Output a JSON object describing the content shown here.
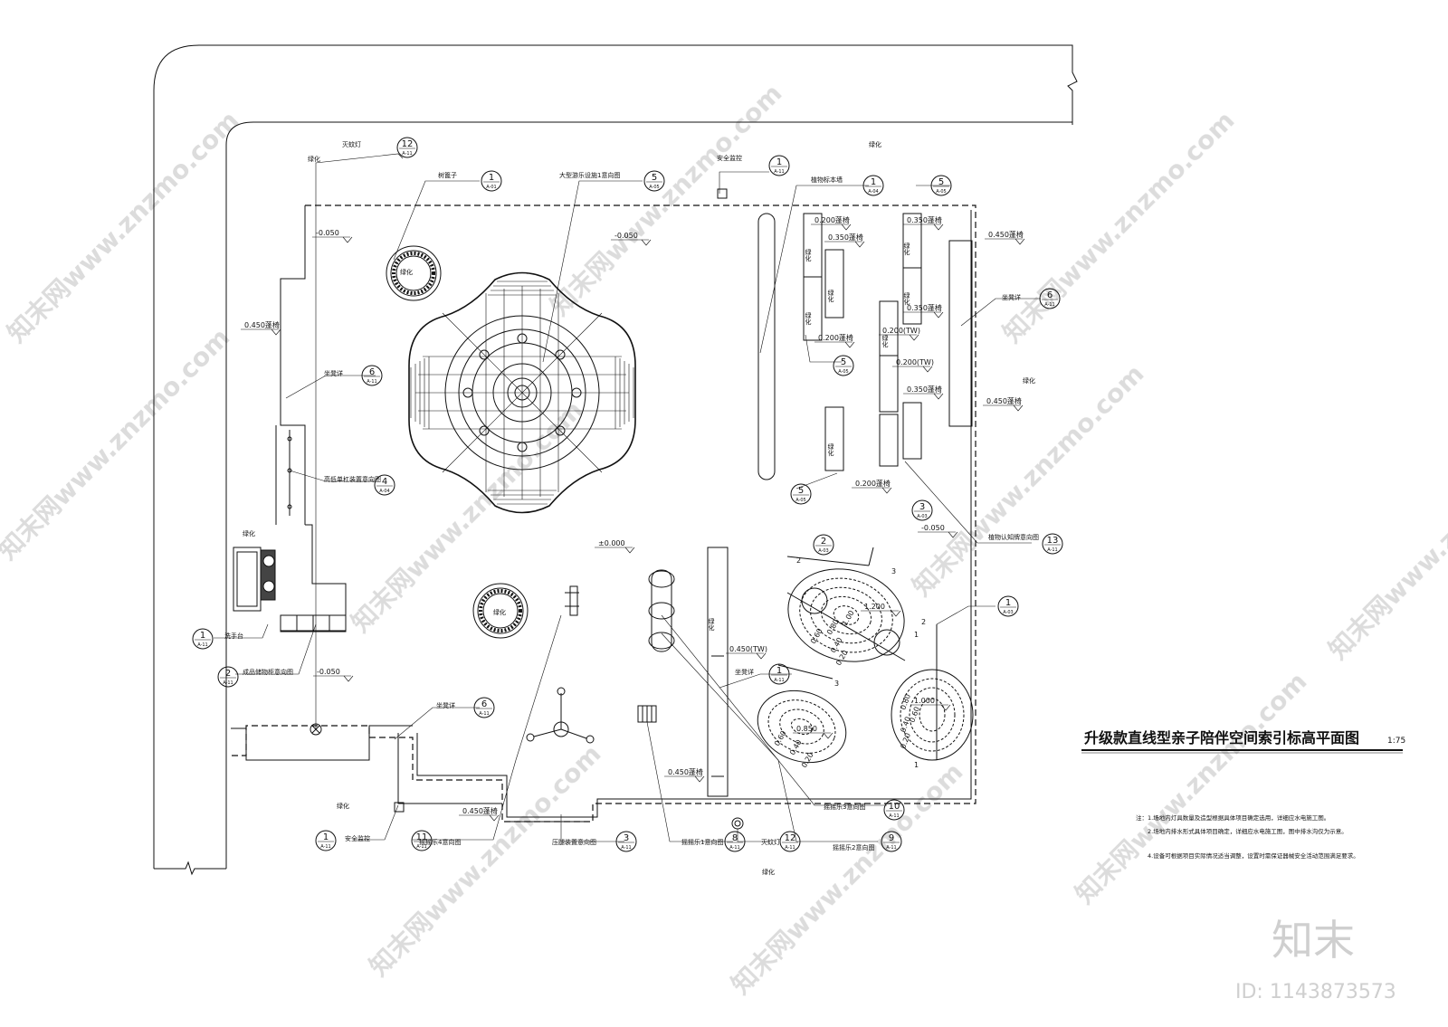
{
  "title": "升级款直线型亲子陪伴空间索引标高平面图",
  "scale": "1:75",
  "notes": [
    "注：1.场地内灯具数量及造型根据具体项目确定选用，详细应水电施工图。",
    "2.场地内排水形式具体项目确定，详细应水电施工图，图中排水沟仅为示意。",
    "4.设备可根据项目实际情况适当调整，设置时需保证器械安全活动范围满足要求。"
  ],
  "brand": {
    "logo_text": "知末",
    "id_text": "ID: 1143873573"
  },
  "watermark": "知末网www.znzmo.com",
  "elevations": [
    {
      "text": "-0.050"
    },
    {
      "text": "-0.050"
    },
    {
      "text": "-0.050"
    },
    {
      "text": "-0.050"
    },
    {
      "text": "±0.000"
    },
    {
      "text": "0.450蓬椅"
    },
    {
      "text": "0.200蓬椅"
    },
    {
      "text": "0.350蓬椅"
    },
    {
      "text": "0.350蓬椅"
    },
    {
      "text": "0.450蓬椅"
    },
    {
      "text": "0.350蓬椅"
    },
    {
      "text": "0.200(TW)"
    },
    {
      "text": "0.200(TW)"
    },
    {
      "text": "0.350蓬椅"
    },
    {
      "text": "0.450蓬椅"
    },
    {
      "text": "0.200蓬椅"
    },
    {
      "text": "0.200蓬椅"
    },
    {
      "text": "0.450(TW)"
    },
    {
      "text": "0.450蓬椅"
    },
    {
      "text": "0.450蓬椅"
    },
    {
      "text": "1.200"
    },
    {
      "text": "1.000"
    },
    {
      "text": "0.850"
    }
  ],
  "labels": [
    {
      "text": "灭蚊灯"
    },
    {
      "text": "安全监控"
    },
    {
      "text": "树篦子"
    },
    {
      "text": "大型游乐设施1意向图"
    },
    {
      "text": "植物标本墙"
    },
    {
      "text": "坐凳详"
    },
    {
      "text": "坐凳详"
    },
    {
      "text": "高低单杠装置意向图"
    },
    {
      "text": "植物认知牌意向图"
    },
    {
      "text": "洗手台"
    },
    {
      "text": "成品储物柜意向图"
    },
    {
      "text": "坐凳详"
    },
    {
      "text": "坐凳详"
    },
    {
      "text": "安全监控"
    },
    {
      "text": "摇摇乐4意向图"
    },
    {
      "text": "压腿装置意向图"
    },
    {
      "text": "摇摇乐1意向图"
    },
    {
      "text": "灭蚊灯"
    },
    {
      "text": "摇摇乐2意向图"
    },
    {
      "text": "摇摇乐3意向图"
    }
  ],
  "greens": [
    {
      "text": "绿化"
    },
    {
      "text": "绿化"
    },
    {
      "text": "绿化"
    },
    {
      "text": "绿化"
    },
    {
      "text": "绿化"
    },
    {
      "text": "绿化"
    },
    {
      "text": "绿化"
    },
    {
      "text": "绿化"
    },
    {
      "text": "绿化"
    },
    {
      "text": "绿化"
    },
    {
      "text": "绿化"
    },
    {
      "text": "绿化"
    },
    {
      "text": "绿化"
    },
    {
      "text": "绿化"
    },
    {
      "text": "绿化"
    },
    {
      "text": "绿化"
    }
  ],
  "index_marks": [
    {
      "num": "12",
      "sub": "A-11"
    },
    {
      "num": "1",
      "sub": "A-01"
    },
    {
      "num": "5",
      "sub": "A-05"
    },
    {
      "num": "1",
      "sub": "A-11"
    },
    {
      "num": "1",
      "sub": "A-04"
    },
    {
      "num": "5",
      "sub": "A-05"
    },
    {
      "num": "6",
      "sub": "A-11"
    },
    {
      "num": "6",
      "sub": "A-11"
    },
    {
      "num": "4",
      "sub": "A-04"
    },
    {
      "num": "5",
      "sub": "A-05"
    },
    {
      "num": "5",
      "sub": "A-05"
    },
    {
      "num": "3",
      "sub": "A-03"
    },
    {
      "num": "2",
      "sub": "A-03"
    },
    {
      "num": "13",
      "sub": "A-11"
    },
    {
      "num": "1",
      "sub": "A-03"
    },
    {
      "num": "1",
      "sub": "A-11"
    },
    {
      "num": "2",
      "sub": "A-11"
    },
    {
      "num": "6",
      "sub": "A-11"
    },
    {
      "num": "1",
      "sub": "A-11"
    },
    {
      "num": "1",
      "sub": "A-11"
    },
    {
      "num": "11",
      "sub": "A-11"
    },
    {
      "num": "3",
      "sub": "A-11"
    },
    {
      "num": "8",
      "sub": "A-11"
    },
    {
      "num": "12",
      "sub": "A-11"
    },
    {
      "num": "9",
      "sub": "A-11"
    },
    {
      "num": "10",
      "sub": "A-11"
    }
  ],
  "contours": [
    {
      "text": "0.60"
    },
    {
      "text": "0.80"
    },
    {
      "text": "1.00"
    },
    {
      "text": "0.40"
    },
    {
      "text": "0.20"
    },
    {
      "text": "0.60"
    },
    {
      "text": "0.40"
    },
    {
      "text": "0.20"
    },
    {
      "text": "0.80"
    },
    {
      "text": "0.60"
    },
    {
      "text": "0.40"
    },
    {
      "text": "0.20"
    }
  ],
  "section_marks": [
    {
      "text": "2"
    },
    {
      "text": "2"
    },
    {
      "text": "3"
    },
    {
      "text": "3"
    },
    {
      "text": "1"
    },
    {
      "text": "1"
    }
  ]
}
